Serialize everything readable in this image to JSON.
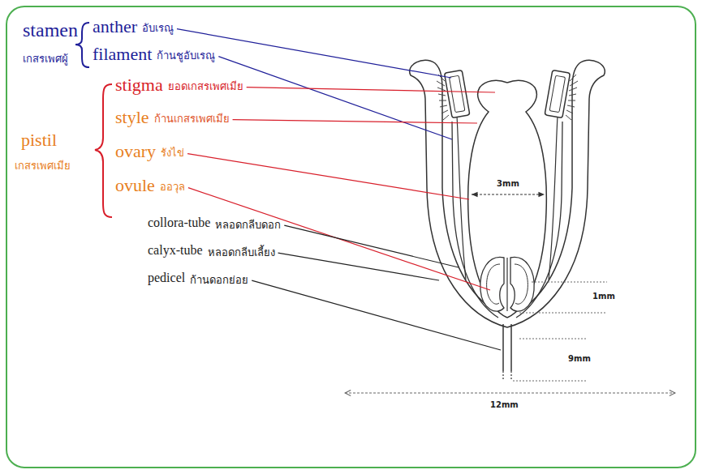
{
  "diagram": {
    "labels": [
      "stamen",
      "เกสรเพศผู้",
      "anther",
      "อับเรณู",
      "filament",
      "ก้านชูอับเรณู",
      "pistil",
      "เกสรเพศเมีย",
      "stigma",
      "ยอดเกสรเพศเมีย",
      "style",
      "ก้านเกสรเพศเมีย",
      "ovary",
      "รังไข่",
      "ovule",
      "ออวุล",
      "collora-tube",
      "หลอดกลีบดอก",
      "calyx-tube",
      "หลอดกลีบเลี้ยง",
      "pedicel",
      "ก้านดอกย่อย",
      "3mm",
      "1mm",
      "9mm",
      "12mm"
    ]
  }
}
